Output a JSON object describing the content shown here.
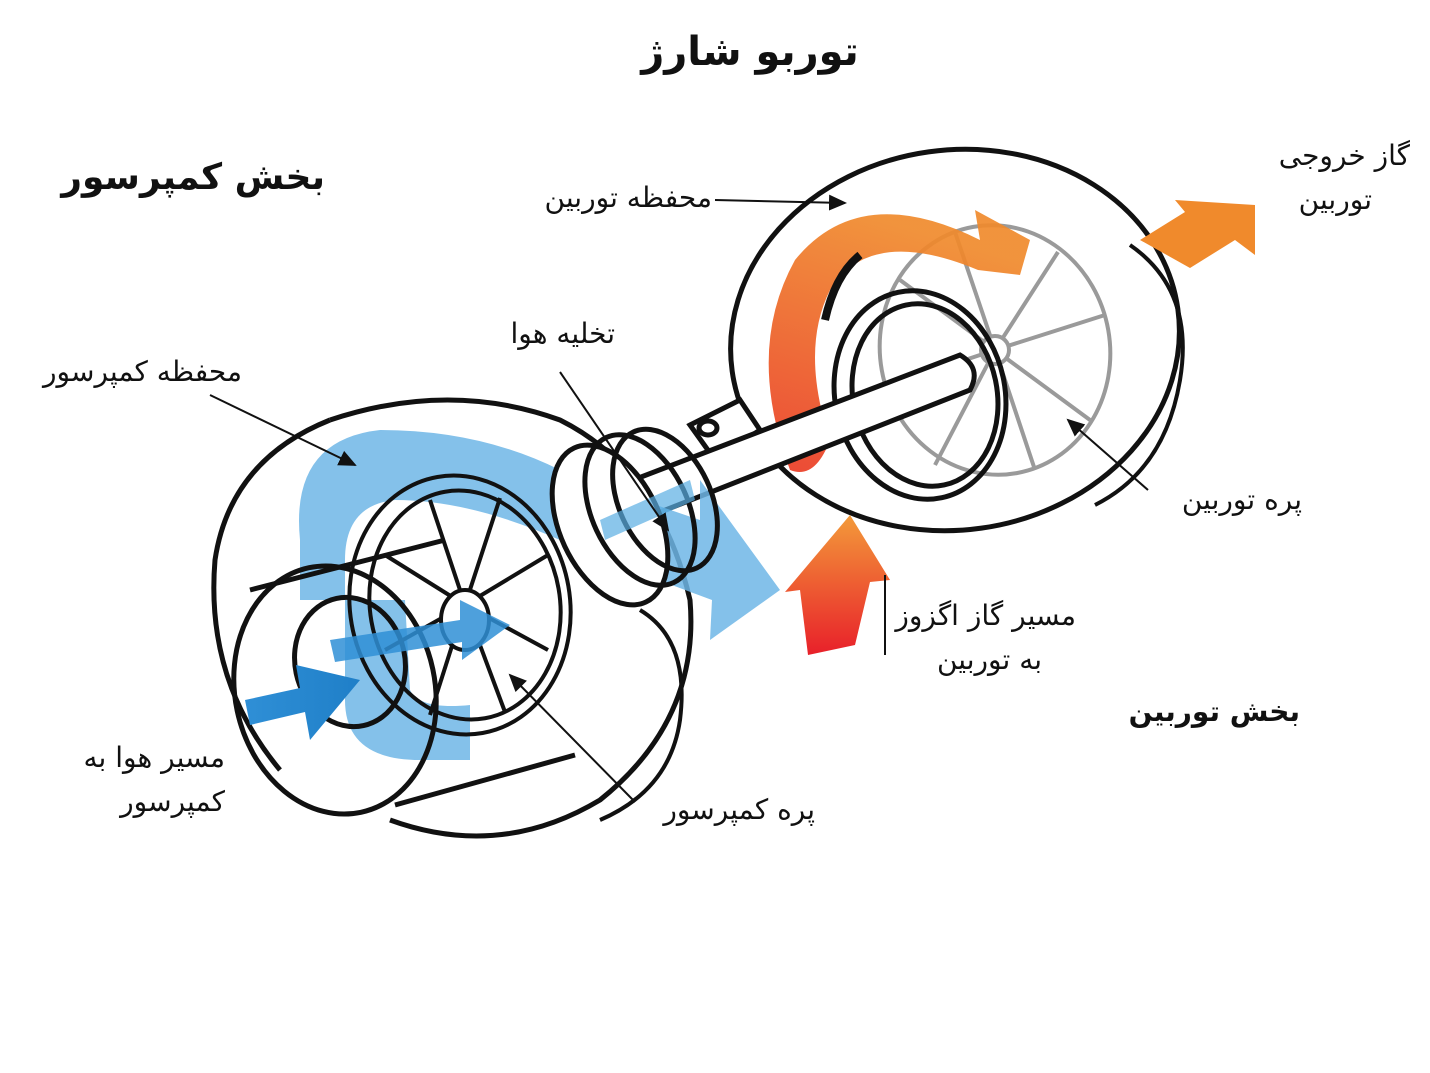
{
  "title": "توربو شارژ",
  "sections": {
    "compressor": "بخش کمپرسور",
    "turbine": "بخش توربین"
  },
  "labels": {
    "turbine_housing": "محفظه توربین",
    "turbine_exhaust_line1": "گاز خروجی",
    "turbine_exhaust_line2": "توربین",
    "air_discharge": "تخلیه هوا",
    "compressor_housing": "محفظه کمپرسور",
    "turbine_wheel": "پره توربین",
    "exhaust_path_line1": "مسیر گاز اگزوز",
    "exhaust_path_line2": "به توربین",
    "air_inlet_line1": "مسیر هوا به",
    "air_inlet_line2": "کمپرسور",
    "compressor_wheel": "پره کمپرسور"
  },
  "colors": {
    "air_flow": "#3a9ad9",
    "air_flow_light": "#7fc1ea",
    "exhaust_hot": "#e8322a",
    "exhaust_warm": "#f08a2c",
    "outline": "#111111",
    "wheel": "#999999"
  }
}
